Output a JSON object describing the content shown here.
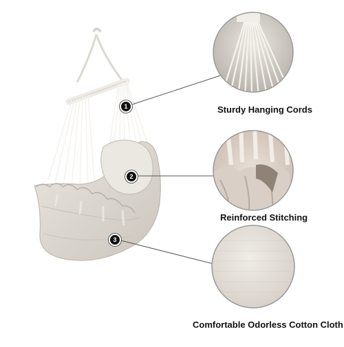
{
  "features": [
    {
      "number": "1",
      "caption": "Sturdy Hanging Cords"
    },
    {
      "number": "2",
      "caption": "Reinforced Stitching"
    },
    {
      "number": "3",
      "caption": "Comfortable Odorless Cotton Cloth"
    }
  ],
  "colors": {
    "canvas": "#cfc8bf",
    "cord": "#f2efe9",
    "text": "#111111"
  }
}
